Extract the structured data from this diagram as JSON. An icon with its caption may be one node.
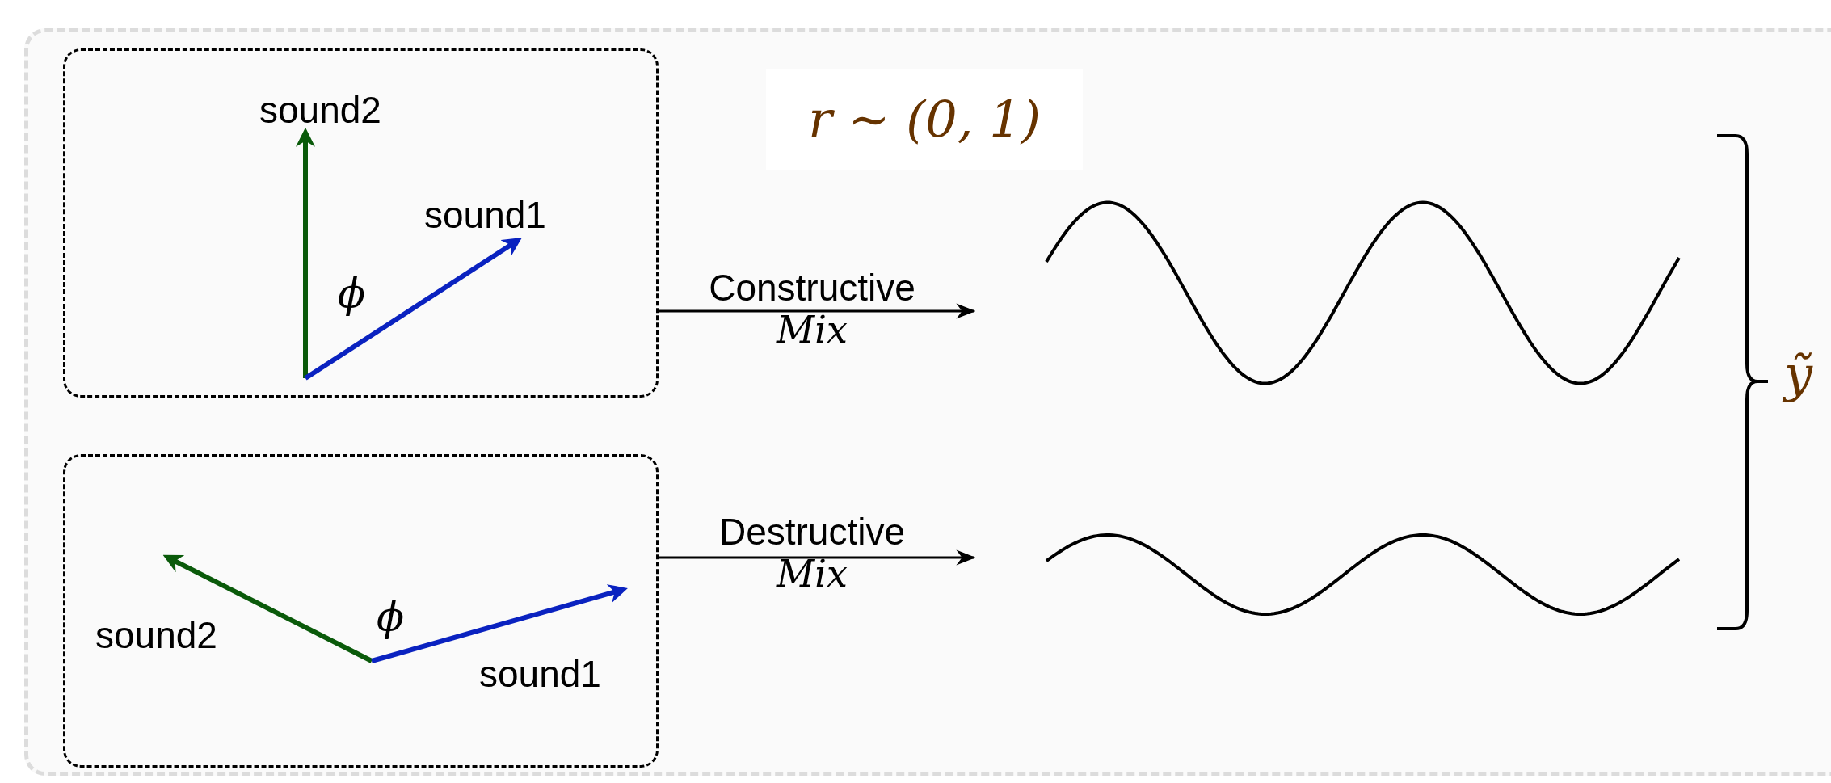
{
  "diagram": {
    "nodes": [
      {
        "text": [
          "sound2",
          "sound1",
          "ϕ"
        ]
      },
      {
        "text": [],
        "shape": "wave"
      },
      {
        "text": [
          "sound2",
          "ϕ",
          "sound1"
        ]
      },
      {
        "text": [],
        "shape": "wave"
      },
      {
        "text": [
          "r ∼ (0, 1)"
        ]
      }
    ],
    "edges": [
      {
        "from": 0,
        "to": 1,
        "arrow": "to",
        "label": "Constructive *Mix*"
      },
      {
        "from": 2,
        "to": 3,
        "arrow": "to",
        "label": "Destructive *Mix*"
      }
    ],
    "labels": [
      "ỹ"
    ]
  }
}
